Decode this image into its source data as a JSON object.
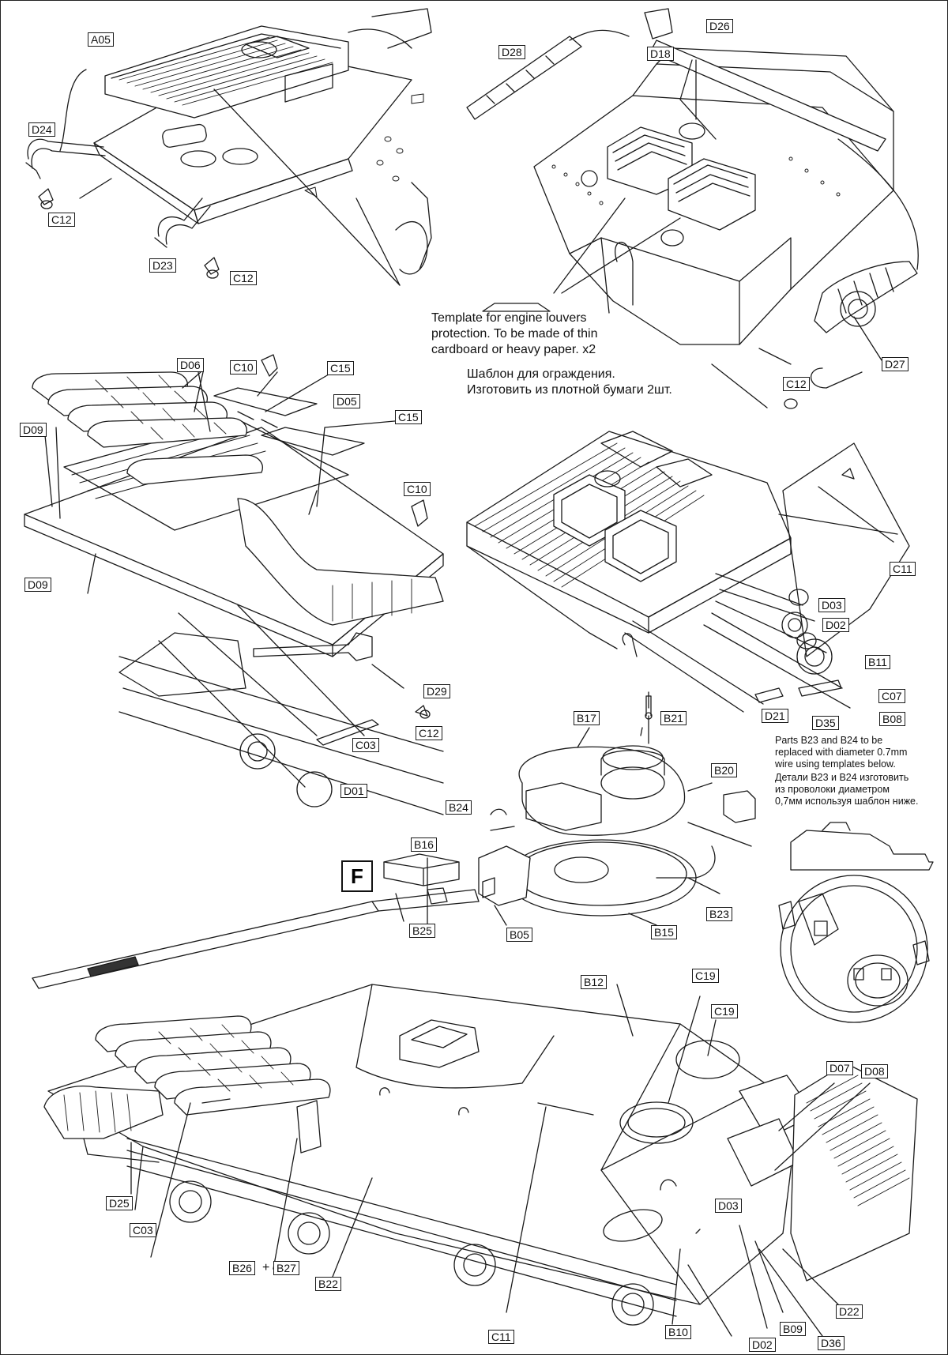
{
  "step": "F",
  "notes": {
    "template_en": [
      "Template for engine louvers",
      "protection. To be made of thin",
      "cardboard or heavy paper. x2"
    ],
    "template_ru": [
      "Шаблон для ограждения.",
      "Изготовить из плотной бумаги 2шт."
    ],
    "wire_en": [
      "Parts B23 and B24 to be",
      "replaced with diameter 0.7mm",
      "wire using templates below."
    ],
    "wire_ru": [
      "Детали B23 и B24 изготовить",
      "из проволоки диаметром",
      "0,7мм используя шаблон ниже."
    ]
  },
  "plus": "+",
  "parts": {
    "a05": "A05",
    "d24": "D24",
    "c12a": "C12",
    "d23": "D23",
    "c12b": "C12",
    "d28": "D28",
    "d26": "D26",
    "d18": "D18",
    "c12c": "C12",
    "d27": "D27",
    "d06": "D06",
    "c10a": "C10",
    "c15a": "C15",
    "d05": "D05",
    "c15b": "C15",
    "d09a": "D09",
    "d09b": "D09",
    "c10b": "C10",
    "d29": "D29",
    "c12d": "C12",
    "c03a": "C03",
    "d01": "D01",
    "c11a": "C11",
    "d03a": "D03",
    "d02a": "D02",
    "b11": "B11",
    "c07": "C07",
    "b08": "B08",
    "d21": "D21",
    "d35": "D35",
    "b17": "B17",
    "b21": "B21",
    "b20": "B20",
    "b24": "B24",
    "b16": "B16",
    "b05": "B05",
    "b15": "B15",
    "b23": "B23",
    "b25": "B25",
    "b12": "B12",
    "c19a": "C19",
    "c19b": "C19",
    "d07": "D07",
    "d08": "D08",
    "d03b": "D03",
    "d25": "D25",
    "c03b": "C03",
    "b26": "B26",
    "b27": "B27",
    "b22": "B22",
    "c11b": "C11",
    "b10": "B10",
    "d02b": "D02",
    "b09": "B09",
    "d36": "D36",
    "d22": "D22"
  }
}
